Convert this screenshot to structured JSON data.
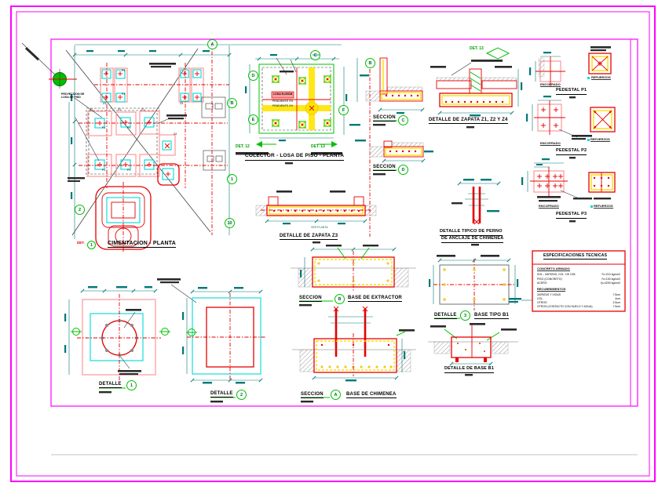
{
  "titles": {
    "cimentacion": "CIMENTACION - PLANTA",
    "colector": "COLECTOR - LOSA DE PISO - PLANTA",
    "zapata124": "DETALLE DE ZAPATA Z1, Z2 Y Z4",
    "zapata3": "DETALLE DE ZAPATA Z3",
    "perno1": "DETALLE TIPICO DE PERNO",
    "perno2": "DE ANCLAJE DE CHIMENEA",
    "base_extractor": "BASE DE EXTRACTOR",
    "base_chimenea": "BASE DE CHIMENEA",
    "base_tipo_b1": "BASE TIPO B1",
    "detalle_base_b1": "DETALLE DE BASE B1",
    "pedestal_p1": "PEDESTAL P1",
    "pedestal_p2": "PEDESTAL P2",
    "pedestal_p3": "PEDESTAL P3"
  },
  "labels": {
    "seccion": "SECCION",
    "detalle": "DETALLE",
    "det": "DET.",
    "det12": "DET. 12",
    "det13": "DET. 13",
    "encofrado": "ENCOFRADO",
    "refuerzos": "REFUERZOS",
    "ver_planta": "VER PLANTA",
    "losa": "LOSA E=20CM",
    "pendiente": "PENDIENTE 2%",
    "proyeccion": "PROYECCION DE LOSA DE PISO"
  },
  "plan_marks": {
    "z1": "Z1",
    "z2": "Z2",
    "z3": "Z3",
    "z4": "Z4",
    "p1": "P1",
    "p3": "P3"
  },
  "markers": {
    "a": "A",
    "b": "B",
    "c": "C",
    "d": "D",
    "e": "E",
    "f": "F",
    "g": "G",
    "n1": "1",
    "n2": "2",
    "n3": "3",
    "n10": "10"
  },
  "specs": {
    "title": "ESPECIFICACIONES TECNICAS",
    "concreto": {
      "heading": "CONCRETO ARMADO",
      "rows": [
        {
          "label": "SOL., ZAPATAS, COL. DE CIM.",
          "value": "f'c=210 kg/cm2"
        },
        {
          "label": "PISO (CONCRETO)",
          "value": "f'c=100 kg/cm2"
        },
        {
          "label": "ACERO",
          "value": "fy=4200 kg/cm2"
        }
      ]
    },
    "recubrimientos": {
      "heading": "RECUBRIMIENTOS",
      "rows": [
        {
          "label": "ZAPATAS Y VIGAS",
          "value": "7.5cm"
        },
        {
          "label": "COL.",
          "value": "4cm"
        },
        {
          "label": "OTROS",
          "value": "2.5cm"
        },
        {
          "label": "OTROS (CONTACTO CON SUELO Y AGUA)",
          "value": "7.5cm"
        }
      ]
    }
  }
}
